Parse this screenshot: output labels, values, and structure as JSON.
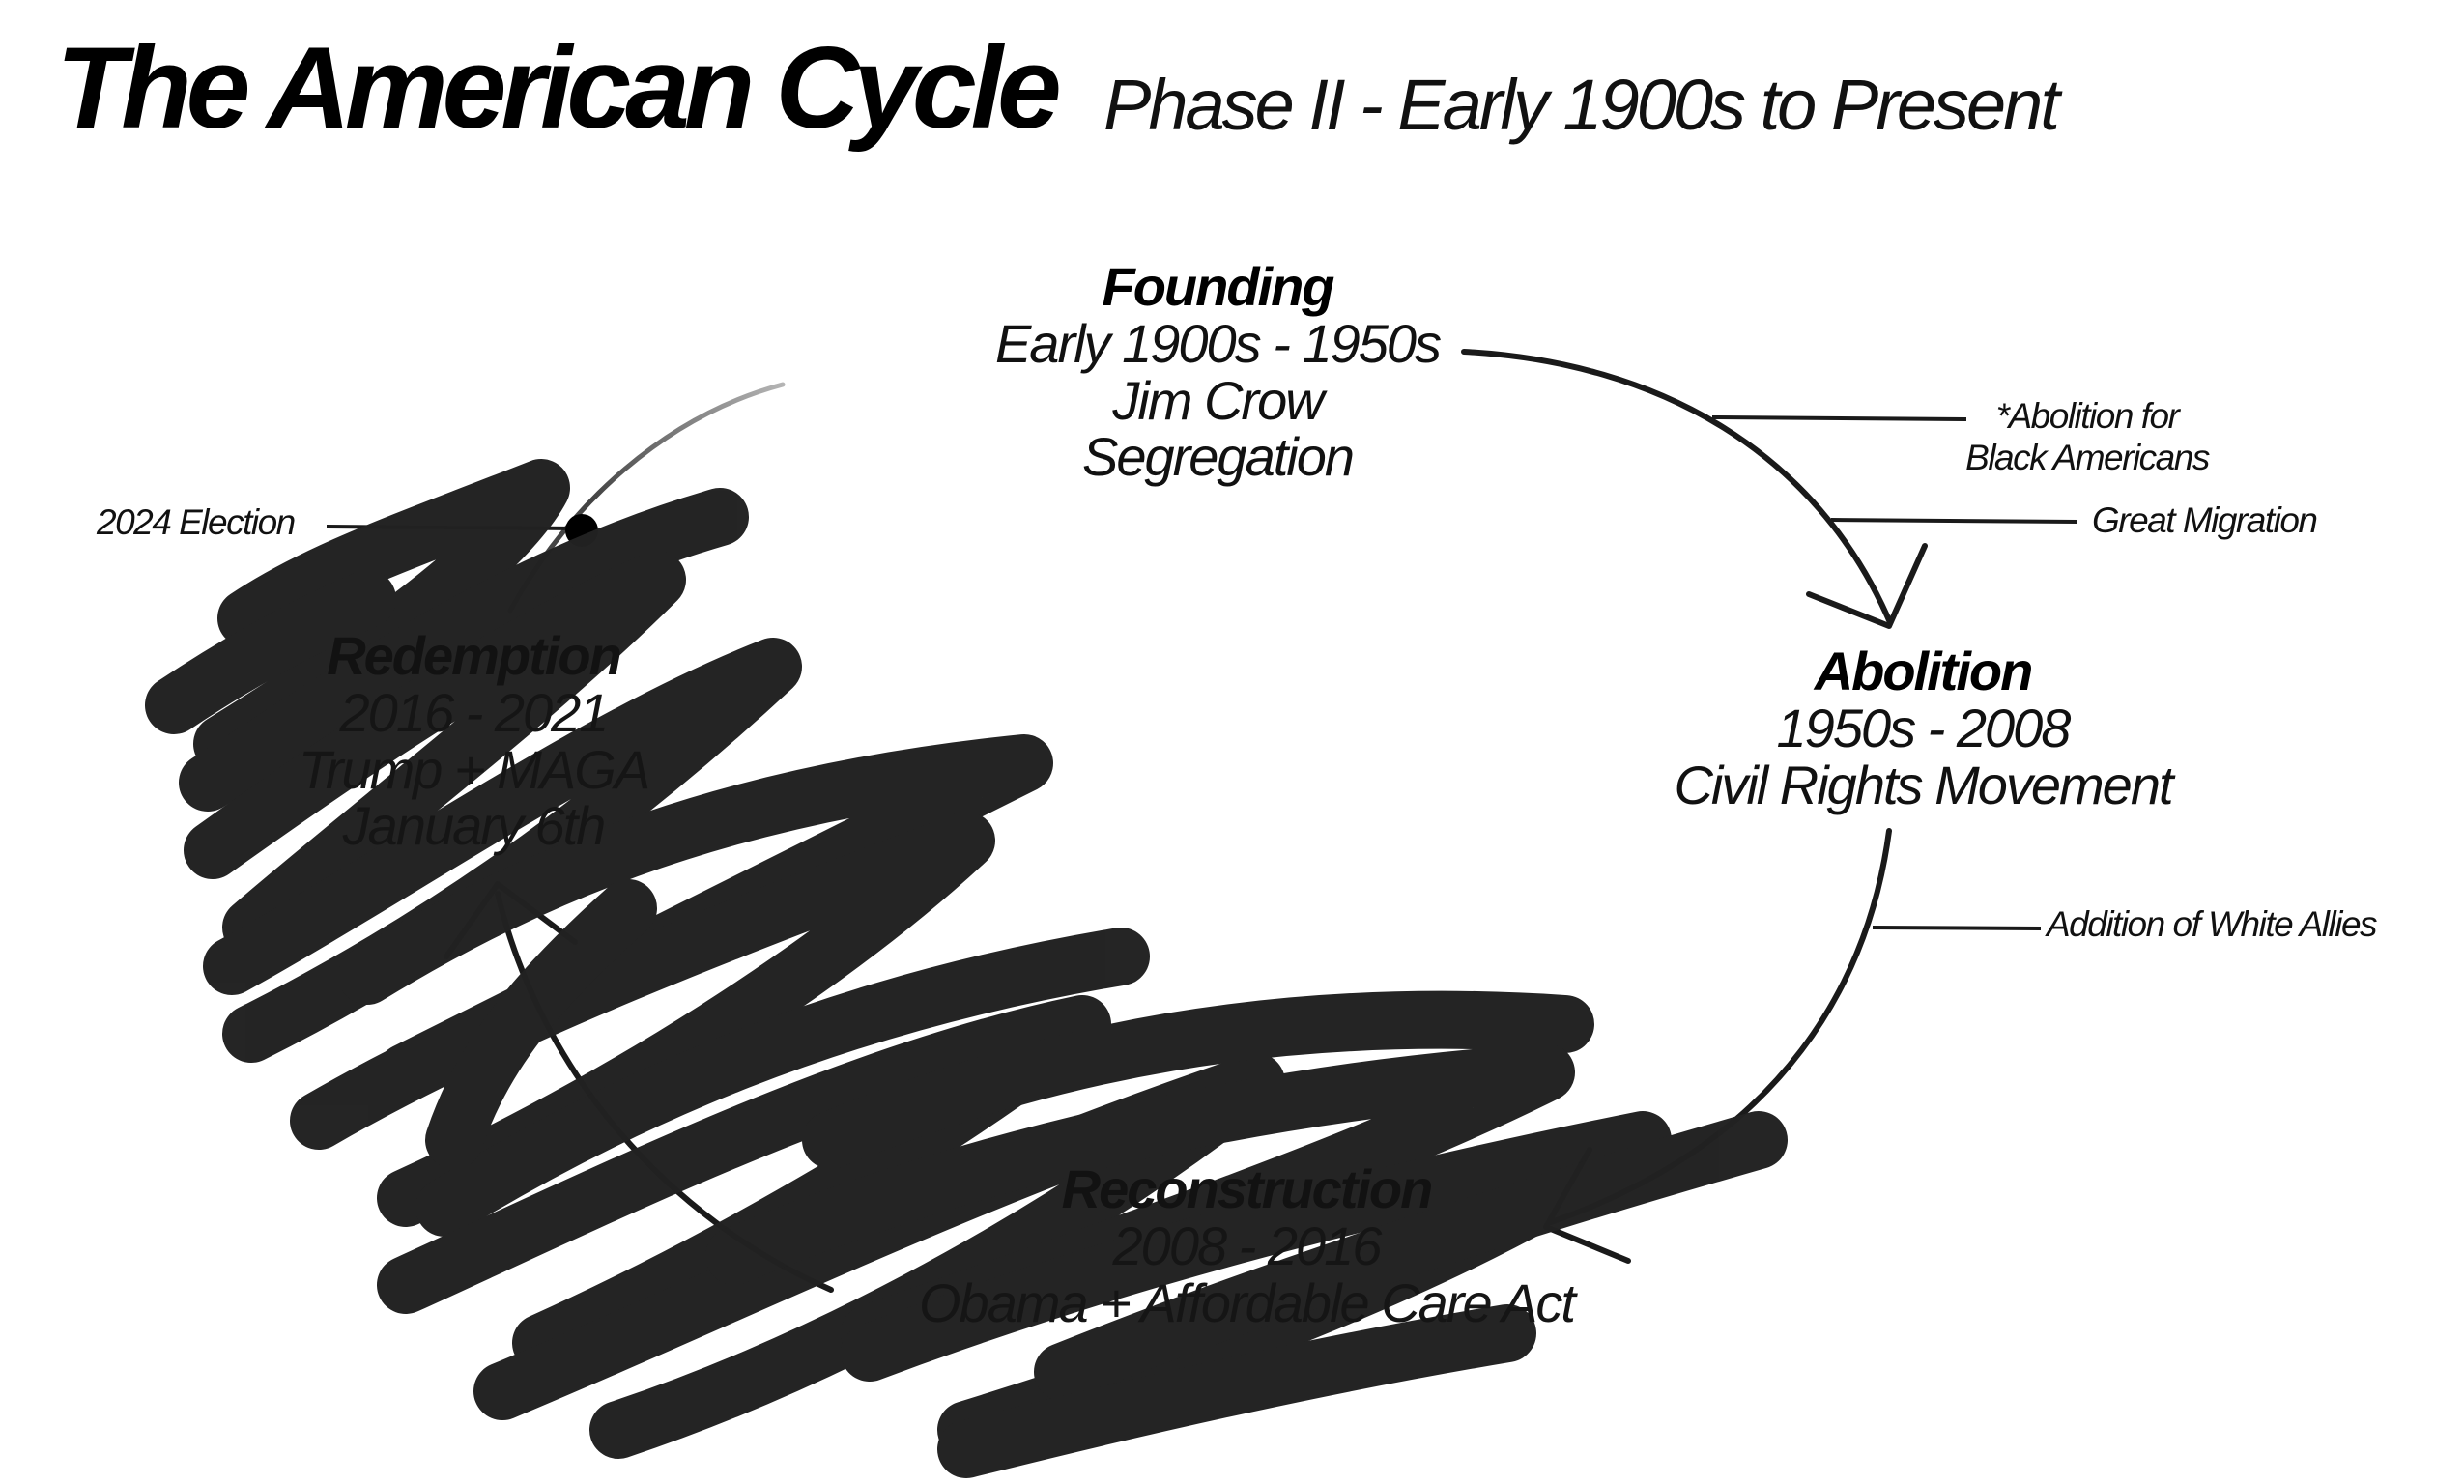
{
  "header": {
    "title": "The American Cycle",
    "subtitle": "Phase II - Early 1900s to Present"
  },
  "phases": {
    "founding": {
      "name": "Founding",
      "lines": [
        "Early 1900s - 1950s",
        "Jim Crow",
        "Segregation"
      ]
    },
    "abolition": {
      "name": "Abolition",
      "lines": [
        "1950s - 2008",
        "Civil Rights Movement"
      ]
    },
    "reconstruction": {
      "name": "Reconstruction",
      "lines": [
        "2008 - 2016",
        "Obama + Affordable Care Act"
      ]
    },
    "redemption": {
      "name": "Redemption",
      "lines": [
        "2016 - 2021",
        "Trump + MAGA",
        "January 6th"
      ]
    }
  },
  "callouts": {
    "abolition_for_line1": "*Abolition for",
    "abolition_for_line2": "Black Americans",
    "great_migration": "Great Migration",
    "white_allies": "Addition of White Allies",
    "election_2024": "2024 Election"
  },
  "colors": {
    "ink": "#111111",
    "scribble": "#222222",
    "faded_arc": "#aaaaaa",
    "background": "#ffffff"
  }
}
